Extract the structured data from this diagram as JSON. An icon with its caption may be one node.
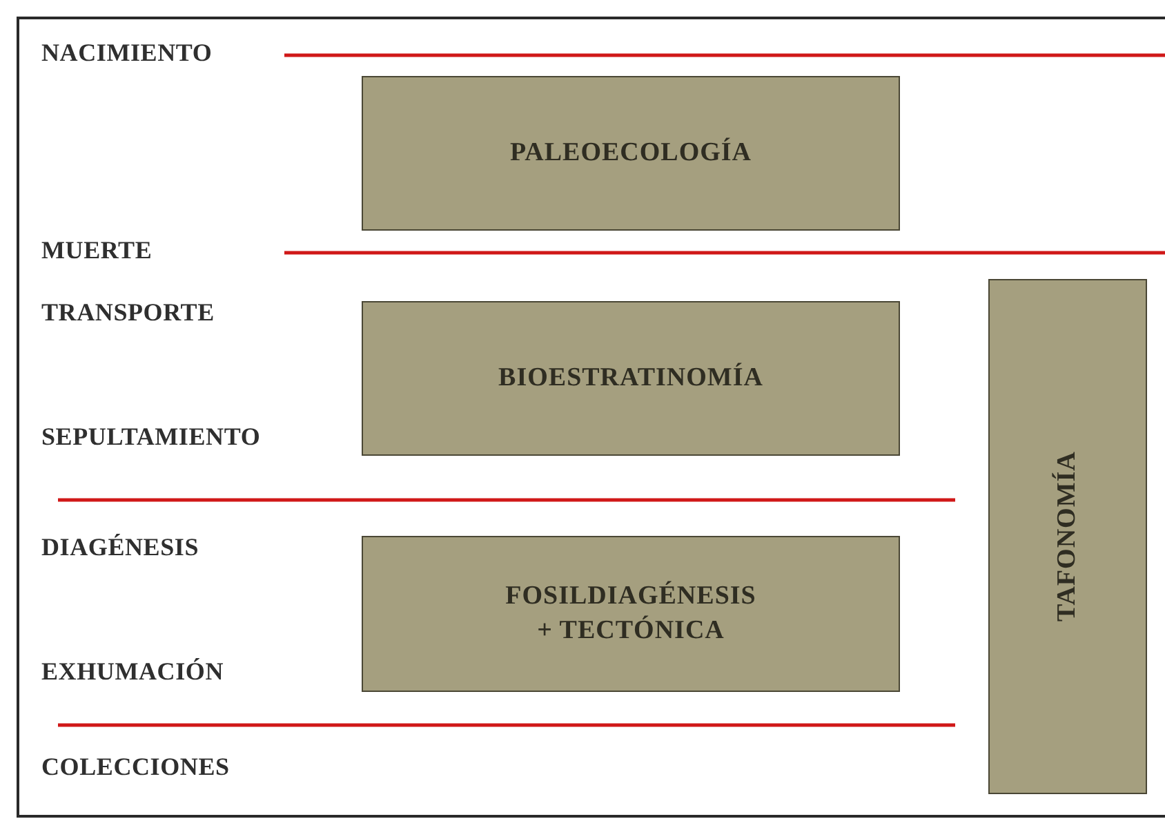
{
  "diagram": {
    "nodes": [
      {
        "text": [
          "PALEOECOLOGÍA"
        ]
      },
      {
        "text": [
          "BIOESTRATINOMÍA"
        ]
      },
      {
        "text": [
          "FOSILDIAGÉNESIS + TECTÓNICA"
        ]
      },
      {
        "text": [
          "TAFONOMÍA"
        ]
      }
    ],
    "labels": [
      "NACIMIENTO",
      "MUERTE",
      "TRANSPORTE",
      "SEPULTAMIENTO",
      "DIAGÉNESIS",
      "EXHUMACIÓN",
      "COLECCIONES"
    ]
  }
}
